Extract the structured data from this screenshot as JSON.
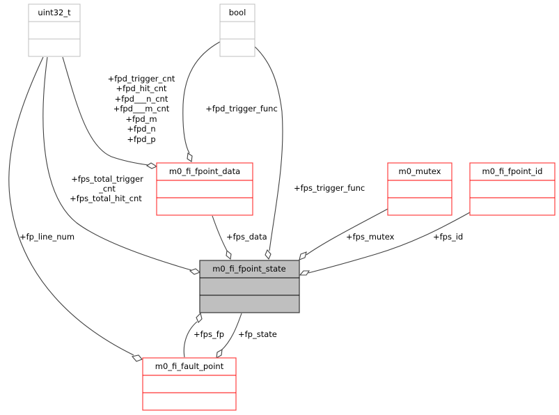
{
  "diagram": {
    "type": "collaboration",
    "nodes": {
      "uint32_t": {
        "title": "uint32_t",
        "style": "external"
      },
      "bool": {
        "title": "bool",
        "style": "external"
      },
      "fpoint_data": {
        "title": "m0_fi_fpoint_data",
        "style": "class"
      },
      "mutex": {
        "title": "m0_mutex",
        "style": "class"
      },
      "fpoint_id": {
        "title": "m0_fi_fpoint_id",
        "style": "class"
      },
      "fpoint_state": {
        "title": "m0_fi_fpoint_state",
        "style": "focus"
      },
      "fault_point": {
        "title": "m0_fi_fault_point",
        "style": "class"
      }
    },
    "edges": {
      "uint32_to_data": {
        "from": "uint32_t",
        "to": "m0_fi_fpoint_data",
        "labels": [
          "+fpd_trigger_cnt",
          "+fpd_hit_cnt",
          "+fpd___n_cnt",
          "+fpd___m_cnt",
          "+fpd_m",
          "+fpd_n",
          "+fpd_p"
        ]
      },
      "bool_to_data": {
        "from": "bool",
        "to": "m0_fi_fpoint_data",
        "labels": [
          "+fpd_trigger_func"
        ]
      },
      "uint32_to_state": {
        "from": "uint32_t",
        "to": "m0_fi_fpoint_state",
        "labels": [
          "+fps_total_trigger",
          "_cnt",
          "+fps_total_hit_cnt"
        ]
      },
      "bool_to_state": {
        "from": "bool",
        "to": "m0_fi_fpoint_state",
        "labels": [
          "+fps_trigger_func"
        ]
      },
      "data_to_state": {
        "from": "m0_fi_fpoint_data",
        "to": "m0_fi_fpoint_state",
        "labels": [
          "+fps_data"
        ]
      },
      "mutex_to_state": {
        "from": "m0_mutex",
        "to": "m0_fi_fpoint_state",
        "labels": [
          "+fps_mutex"
        ]
      },
      "id_to_state": {
        "from": "m0_fi_fpoint_id",
        "to": "m0_fi_fpoint_state",
        "labels": [
          "+fps_id"
        ]
      },
      "uint32_to_fault": {
        "from": "uint32_t",
        "to": "m0_fi_fault_point",
        "labels": [
          "+fp_line_num"
        ]
      },
      "fault_to_state": {
        "from": "m0_fi_fault_point",
        "to": "m0_fi_fpoint_state",
        "labels": [
          "+fps_fp"
        ]
      },
      "state_to_fault": {
        "from": "m0_fi_fpoint_state",
        "to": "m0_fi_fault_point",
        "labels": [
          "+fp_state"
        ]
      }
    },
    "colors": {
      "external_border": "#bfbfbf",
      "class_border": "#ff0000",
      "focus_fill": "#bfbfbf",
      "focus_border": "#404040",
      "edge": "#404040"
    }
  }
}
